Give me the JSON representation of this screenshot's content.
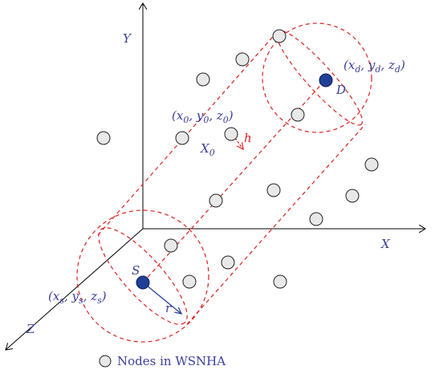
{
  "axes": {
    "x_label": "X",
    "y_label": "Y",
    "z_label": "Z"
  },
  "points": {
    "source": {
      "letter": "S",
      "coords": "(x_s, y_s, z_s)"
    },
    "destination": {
      "letter": "D",
      "coords": "(x_d, y_d, z_d)"
    },
    "center": {
      "letter": "X_0",
      "coords": "(x_0, y_0, z_0)"
    }
  },
  "dimensions": {
    "height_label": "h",
    "radius_label": "r"
  },
  "legend": {
    "label": "Nodes in WSNHA"
  },
  "colors": {
    "axis": "#000000",
    "node_fill": "#e8e8e8",
    "endpoint_fill": "#1f3f99",
    "cylinder": "#e02020",
    "label_text": "#3b3f9a"
  }
}
